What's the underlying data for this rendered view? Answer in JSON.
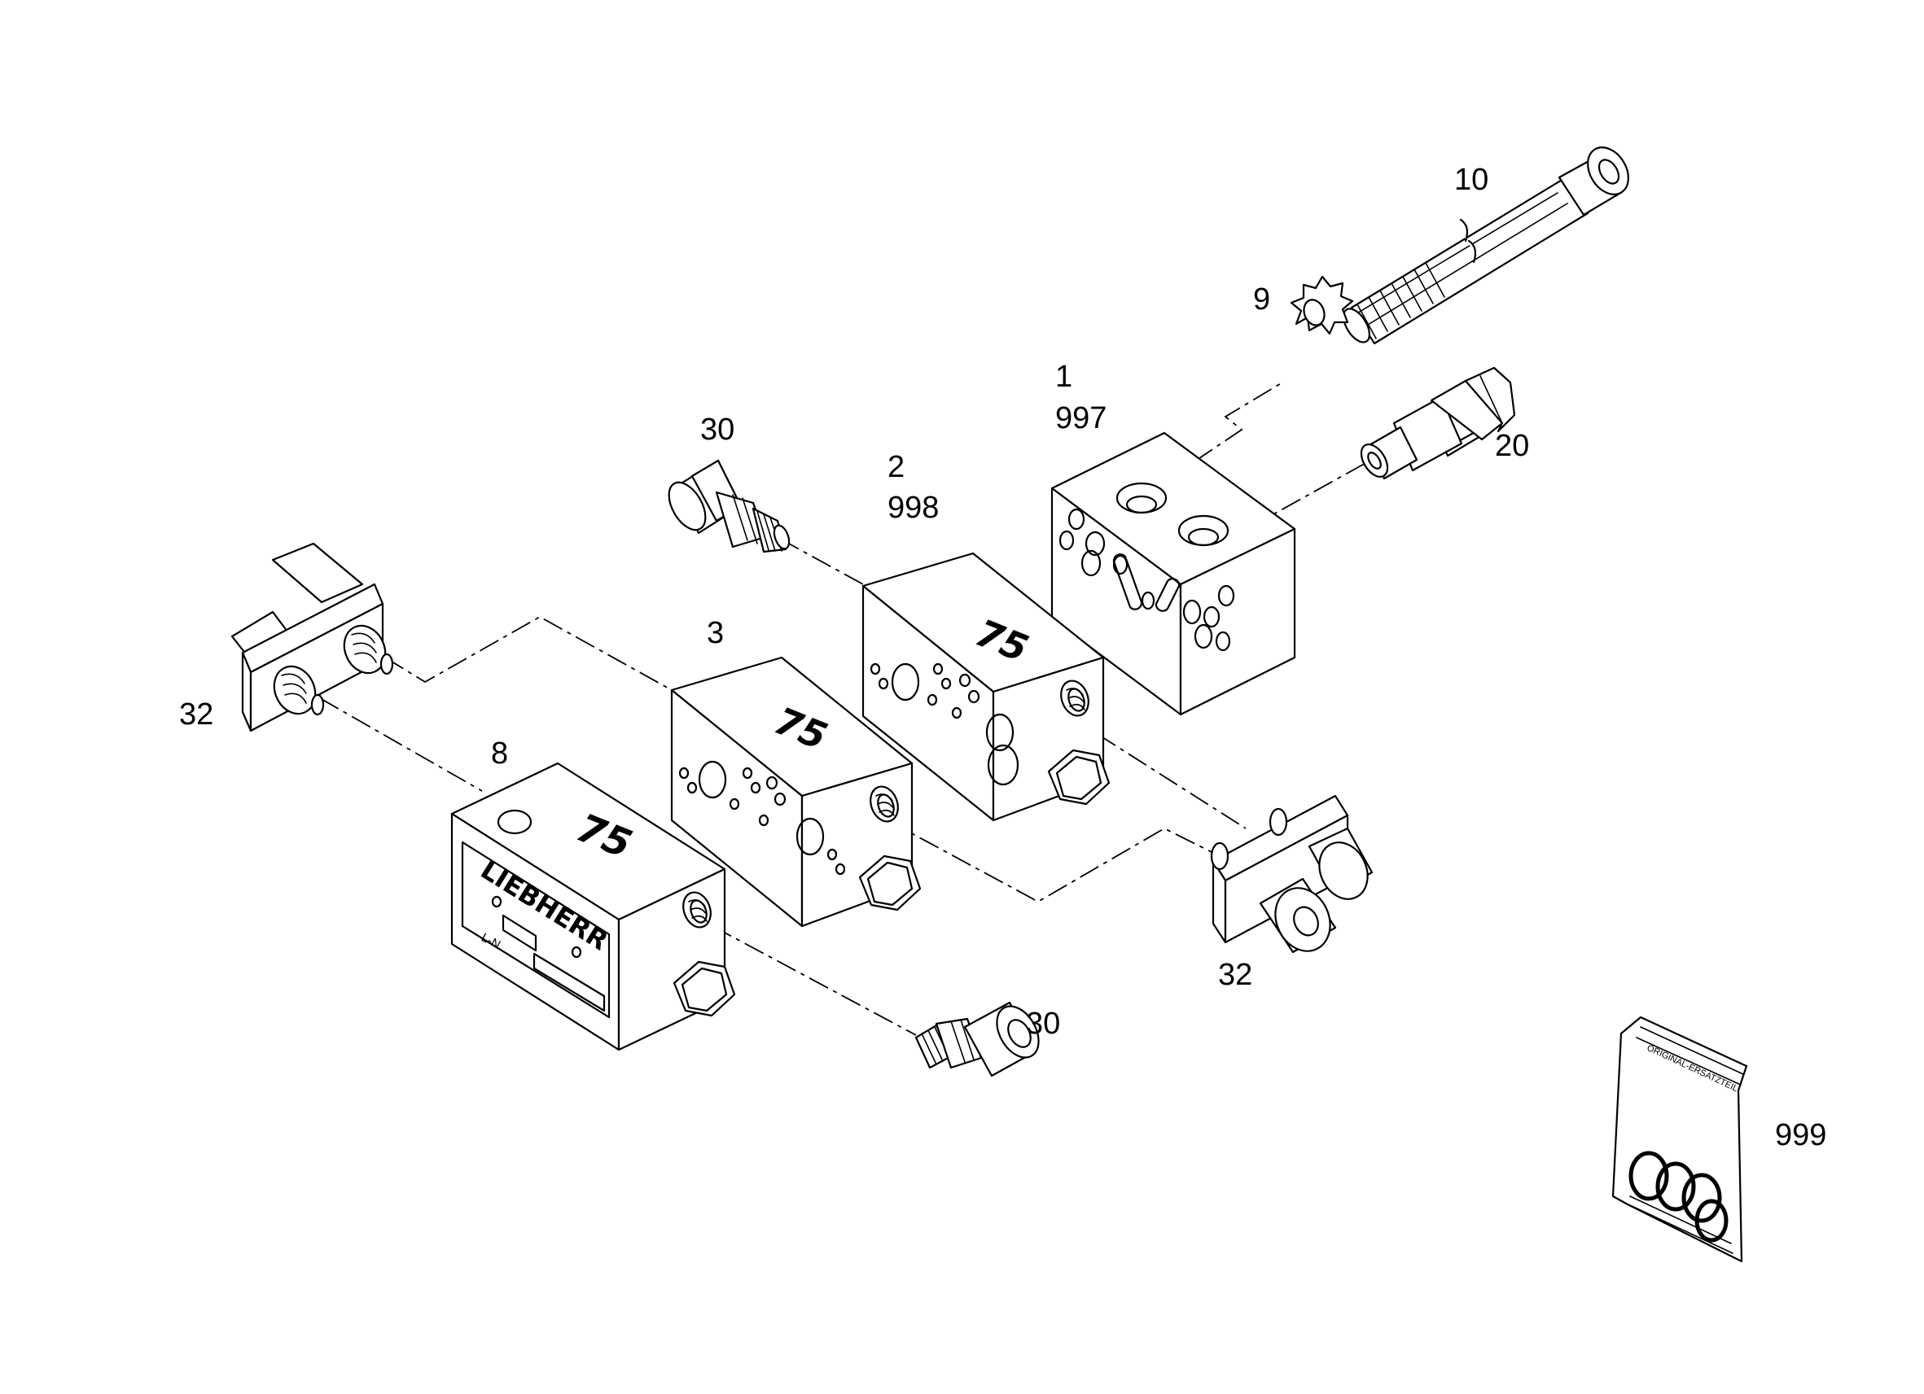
{
  "labels": {
    "p1": "1",
    "p997": "997",
    "p2": "2",
    "p998": "998",
    "p3": "3",
    "p8": "8",
    "p9": "9",
    "p10": "10",
    "p20": "20",
    "p30_top": "30",
    "p30_bottom": "30",
    "p32_left": "32",
    "p32_right": "32",
    "p999": "999"
  },
  "markings": {
    "block_mark": "75",
    "brand": "LIEBHERR",
    "plate_code": "L-N",
    "bag_print": "ORIGINAL-ERSATZTEIL"
  },
  "colors": {
    "line": "#000000",
    "background": "#ffffff"
  }
}
